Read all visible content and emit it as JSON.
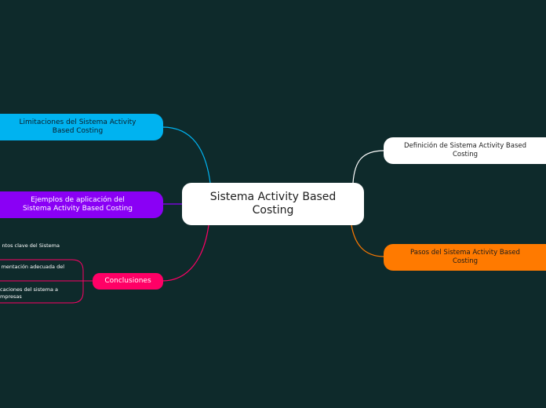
{
  "colors": {
    "background": "#0e2a2b",
    "central_topic": "#ffffff",
    "limitaciones": "#00b3f0",
    "ejemplos": "#8a00f5",
    "conclusiones": "#ff0066",
    "definicion": "#ffffff",
    "pasos": "#ff7a00"
  },
  "central_topic": {
    "label": "Sistema Activity Based Costing"
  },
  "branches": {
    "limitaciones": {
      "label": "Limitaciones del Sistema Activity Based Costing"
    },
    "ejemplos": {
      "label": "Ejemplos de aplicación del Sistema Activity Based Costing"
    },
    "conclusiones": {
      "label": "Conclusiones",
      "children": [
        {
          "label": "ntos clave del Sistema"
        },
        {
          "label": "mentación adecuada del"
        },
        {
          "label": "caciones del sistema a\nmpresas"
        }
      ]
    },
    "definicion": {
      "label": "Definición de Sistema Activity Based Costing"
    },
    "pasos": {
      "label": "Pasos del Sistema Activity Based Costing"
    }
  }
}
